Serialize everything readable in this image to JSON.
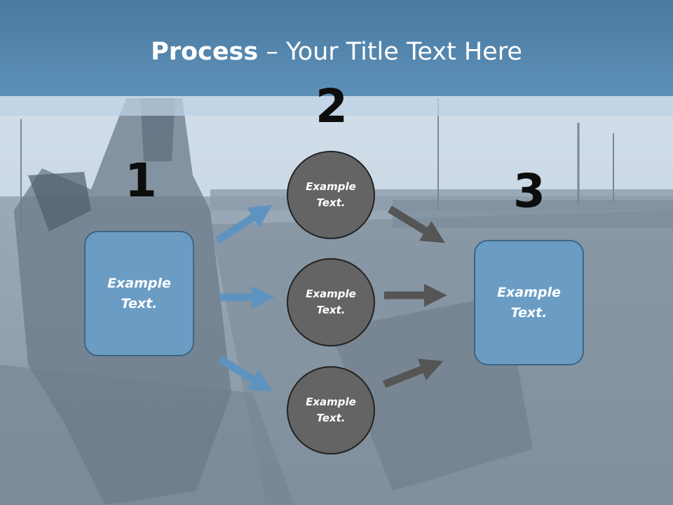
{
  "title": {
    "bold": "Process",
    "rest": " – Your Title Text Here"
  },
  "steps": [
    {
      "number": "1",
      "text": "Example\nText."
    },
    {
      "number": "2",
      "items": [
        "Example\nText.",
        "Example\nText.",
        "Example\nText."
      ]
    },
    {
      "number": "3",
      "text": "Example\nText."
    }
  ],
  "colors": {
    "header": "#5d90b9",
    "box": "#6a9cc4",
    "circle": "#646464",
    "arrow_blue": "#5f93bf",
    "arrow_gray": "#555555"
  }
}
